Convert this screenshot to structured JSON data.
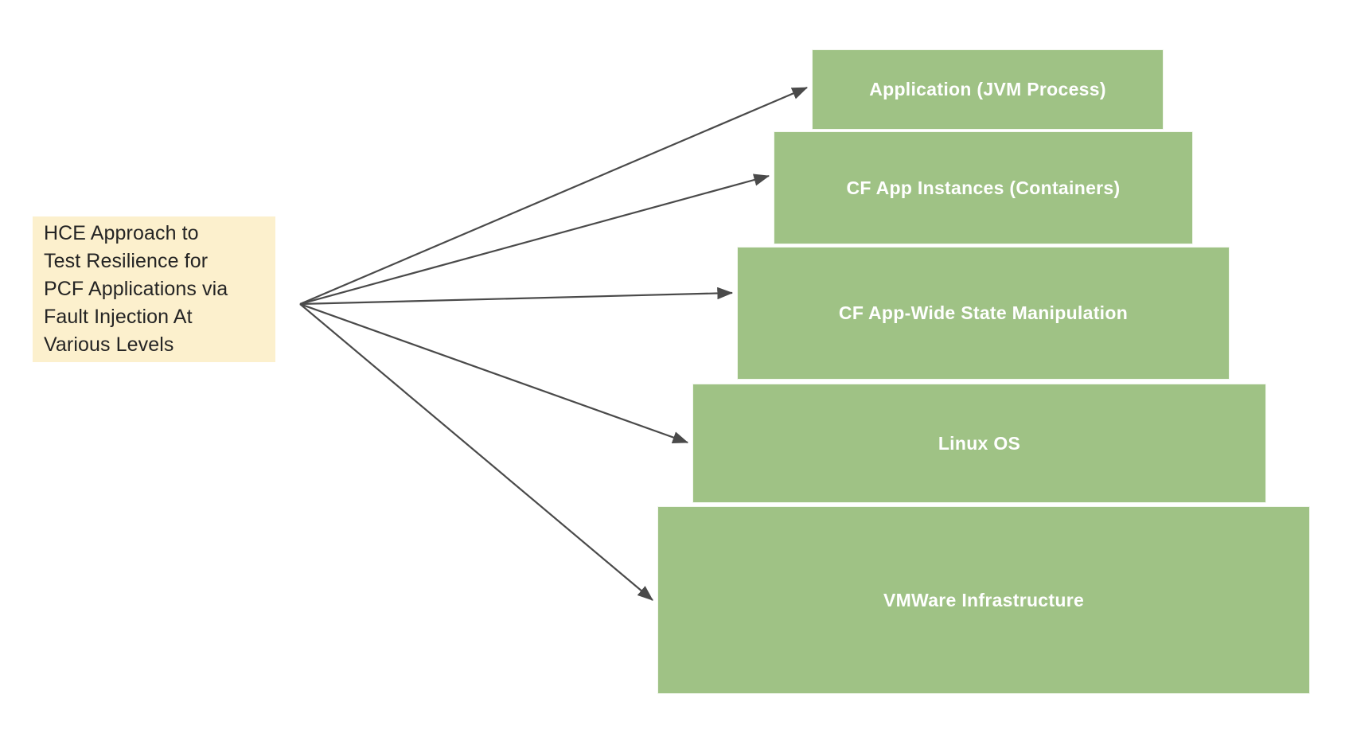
{
  "diagram": {
    "title_note": {
      "text": "HCE Approach to Test Resilience for PCF Applications via Fault Injection At Various Levels",
      "lines": "HCE Approach to\nTest Resilience for\nPCF Applications via\nFault Injection At\nVarious Levels",
      "background_color": "#FCF0CD",
      "text_color": "#242424"
    },
    "layers": [
      {
        "label": "Application (JVM Process)"
      },
      {
        "label": "CF App Instances (Containers)"
      },
      {
        "label": "CF App-Wide State Manipulation"
      },
      {
        "label": "Linux OS"
      },
      {
        "label": "VMWare Infrastructure"
      }
    ],
    "layer_style": {
      "fill_color": "#9FC285",
      "text_color": "#FFFFFF"
    },
    "connector_style": {
      "color": "#4A4A4A",
      "arrow": "filled-triangle"
    },
    "connector_count": 5
  }
}
